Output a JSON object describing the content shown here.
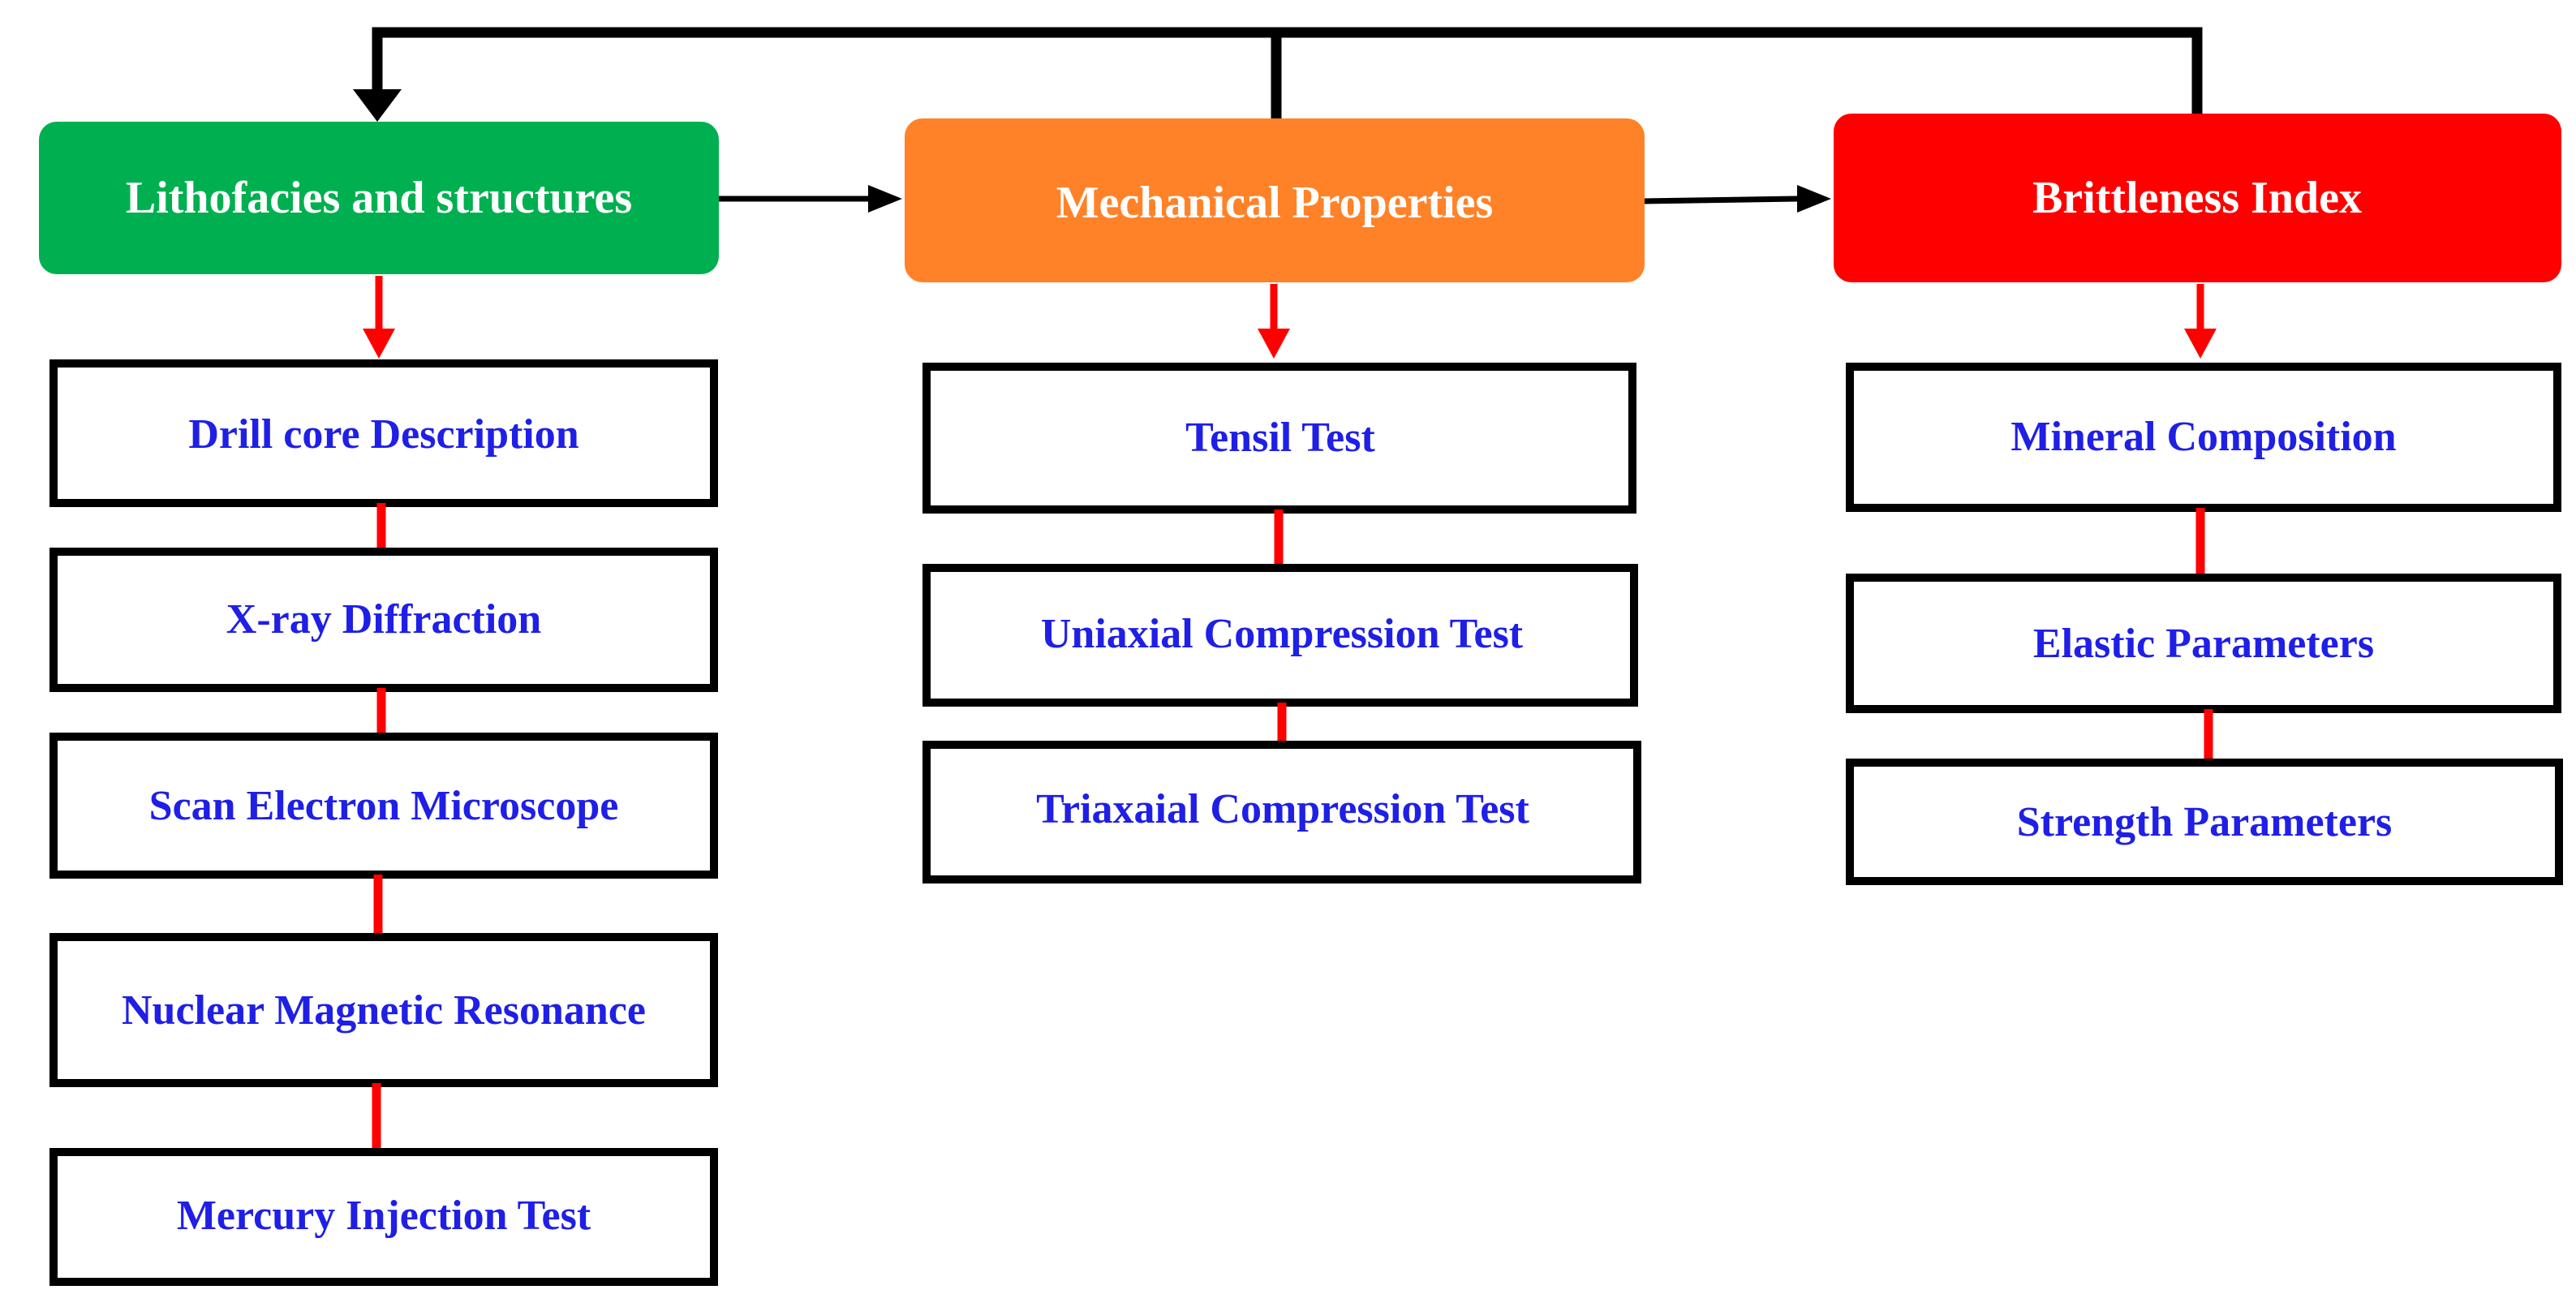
{
  "colors": {
    "green": "#00b050",
    "orange": "#ff8229",
    "red": "#ff0000",
    "connector_red": "#ff0000",
    "arrow_black": "#000000",
    "box_text_blue": "#1f1fe6"
  },
  "columns": [
    {
      "header": "Lithofacies and structures",
      "color": "green",
      "items": [
        "Drill core Description",
        "X-ray Diffraction",
        "Scan Electron Microscope",
        "Nuclear Magnetic Resonance",
        "Mercury Injection Test"
      ]
    },
    {
      "header": "Mechanical Properties",
      "color": "orange",
      "items": [
        "Tensil Test",
        "Uniaxial Compression Test",
        "Triaxaial Compression Test"
      ]
    },
    {
      "header": "Brittleness Index",
      "color": "red",
      "items": [
        "Mineral Composition",
        "Elastic Parameters",
        "Strength Parameters"
      ]
    }
  ]
}
